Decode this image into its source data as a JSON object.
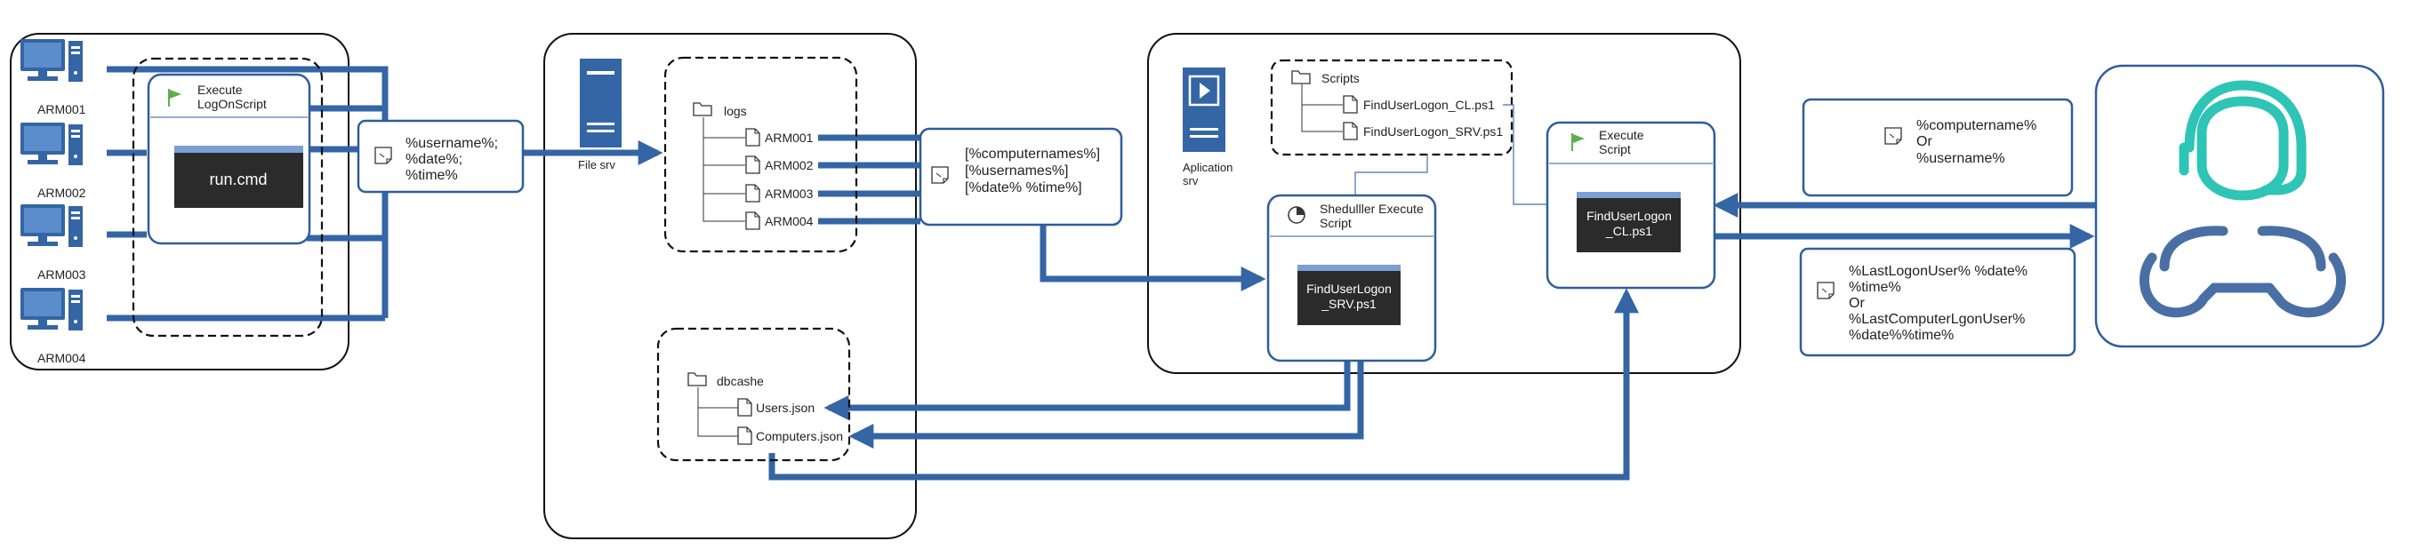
{
  "workstations": {
    "items": [
      {
        "label": "ARM001"
      },
      {
        "label": "ARM002"
      },
      {
        "label": "ARM003"
      },
      {
        "label": "ARM004"
      }
    ],
    "execute_title_l1": "Execute",
    "execute_title_l2": "LogOnScript",
    "script_label": "run.cmd"
  },
  "vars_note": {
    "l1": "%username%;",
    "l2": "%date%;",
    "l3": "%time%"
  },
  "file_srv": {
    "label": "File srv",
    "logs_folder": "logs",
    "logs": [
      "ARM001",
      "ARM002",
      "ARM003",
      "ARM004"
    ],
    "db_folder": "dbcashe",
    "db_files": [
      "Users.json",
      "Computers.json"
    ]
  },
  "logs_note": {
    "l1": "[%computernames%]",
    "l2": "[%usernames%]",
    "l3": "[%date% %time%]"
  },
  "app_srv": {
    "label_l1": "Aplication",
    "label_l2": "srv",
    "scripts_folder": "Scripts",
    "scripts": [
      "FindUserLogon_CL.ps1",
      "FindUserLogon_SRV.ps1"
    ],
    "scheduler_title_l1": "Shedulller Execute",
    "scheduler_title_l2": "Script",
    "scheduler_script_l1": "FindUserLogon",
    "scheduler_script_l2": "_SRV.ps1",
    "execute_title_l1": "Execute",
    "execute_title_l2": "Script",
    "execute_script_l1": "FindUserLogon",
    "execute_script_l2": "_CL.ps1"
  },
  "request_note": {
    "l1": "%computername%",
    "l2": "Or",
    "l3": "%username%"
  },
  "response_note": {
    "l1": "%LastLogonUser% %date%",
    "l2": "%time%",
    "l3": "Or",
    "l4": "%LastComputerLgonUser%",
    "l5": "%date%%time%"
  },
  "colors": {
    "arrow": "#3465a4",
    "box_border": "#2e5d9b",
    "terminal_bg": "#2b2b2b",
    "flag": "#5fae4e",
    "support_teal": "#2ec4b6",
    "support_blue": "#4a6fa5"
  },
  "icons": {
    "workstation": "desktop-computer-icon",
    "server": "server-icon",
    "folder": "folder-icon",
    "file": "file-icon",
    "note": "note-icon",
    "flag": "flag-icon",
    "clock": "clock-icon",
    "support": "support-agent-icon"
  }
}
